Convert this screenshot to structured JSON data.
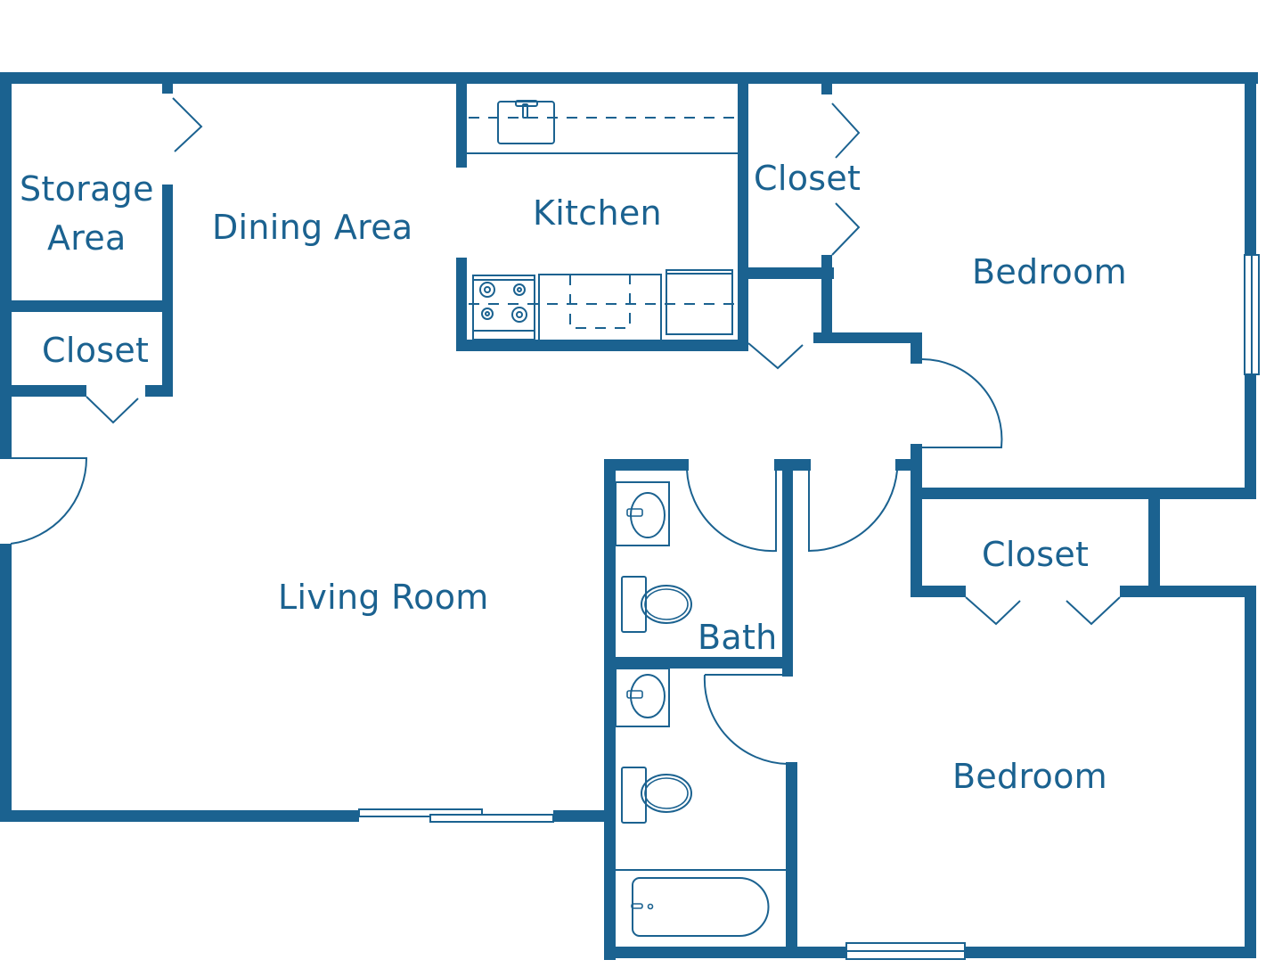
{
  "plan": {
    "type": "floor plan",
    "wall_color": "#1b6290",
    "background_color": "#ffffff",
    "rooms": {
      "storage_area": {
        "line1": "Storage",
        "line2": "Area"
      },
      "dining_area": {
        "label": "Dining Area"
      },
      "kitchen": {
        "label": "Kitchen"
      },
      "closet_top_left": {
        "label": "Closet"
      },
      "closet_top_middle": {
        "label": "Closet"
      },
      "bedroom_top": {
        "label": "Bedroom"
      },
      "closet_right": {
        "label": "Closet"
      },
      "living_room": {
        "label": "Living Room"
      },
      "bath": {
        "label": "Bath"
      },
      "bedroom_bottom": {
        "label": "Bedroom"
      }
    },
    "fixtures": [
      "kitchen-sink-icon",
      "stove-icon",
      "dishwasher-icon",
      "refrigerator-icon",
      "bathroom-sink-icon",
      "toilet-icon",
      "bathtub-icon"
    ]
  }
}
